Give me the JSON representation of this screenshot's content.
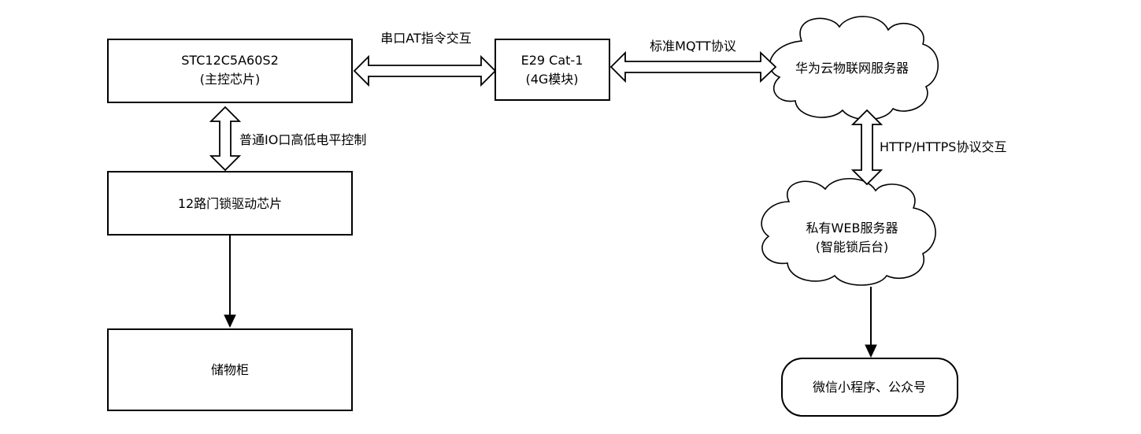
{
  "nodes": {
    "mcu": {
      "line1": "STC12C5A60S2",
      "line2": "(主控芯片)"
    },
    "lte": {
      "line1": "E29 Cat-1",
      "line2": "(4G模块)"
    },
    "driver": {
      "label": "12路门锁驱动芯片"
    },
    "cabinet": {
      "label": "储物柜"
    },
    "huawei_cloud": {
      "label": "华为云物联网服务器"
    },
    "web_server": {
      "line1": "私有WEB服务器",
      "line2": "(智能锁后台)"
    },
    "wechat": {
      "label": "微信小程序、公众号"
    }
  },
  "edges": {
    "mcu_lte": {
      "label": "串口AT指令交互",
      "style": "double-arrow"
    },
    "lte_cloud": {
      "label": "标准MQTT协议",
      "style": "double-arrow"
    },
    "mcu_driver": {
      "label": "普通IO口高低电平控制",
      "style": "double-arrow"
    },
    "cloud_web": {
      "label": "HTTP/HTTPS协议交互",
      "style": "double-arrow"
    },
    "driver_cabinet": {
      "label": "",
      "style": "single-arrow"
    },
    "web_wechat": {
      "label": "",
      "style": "single-arrow"
    }
  }
}
